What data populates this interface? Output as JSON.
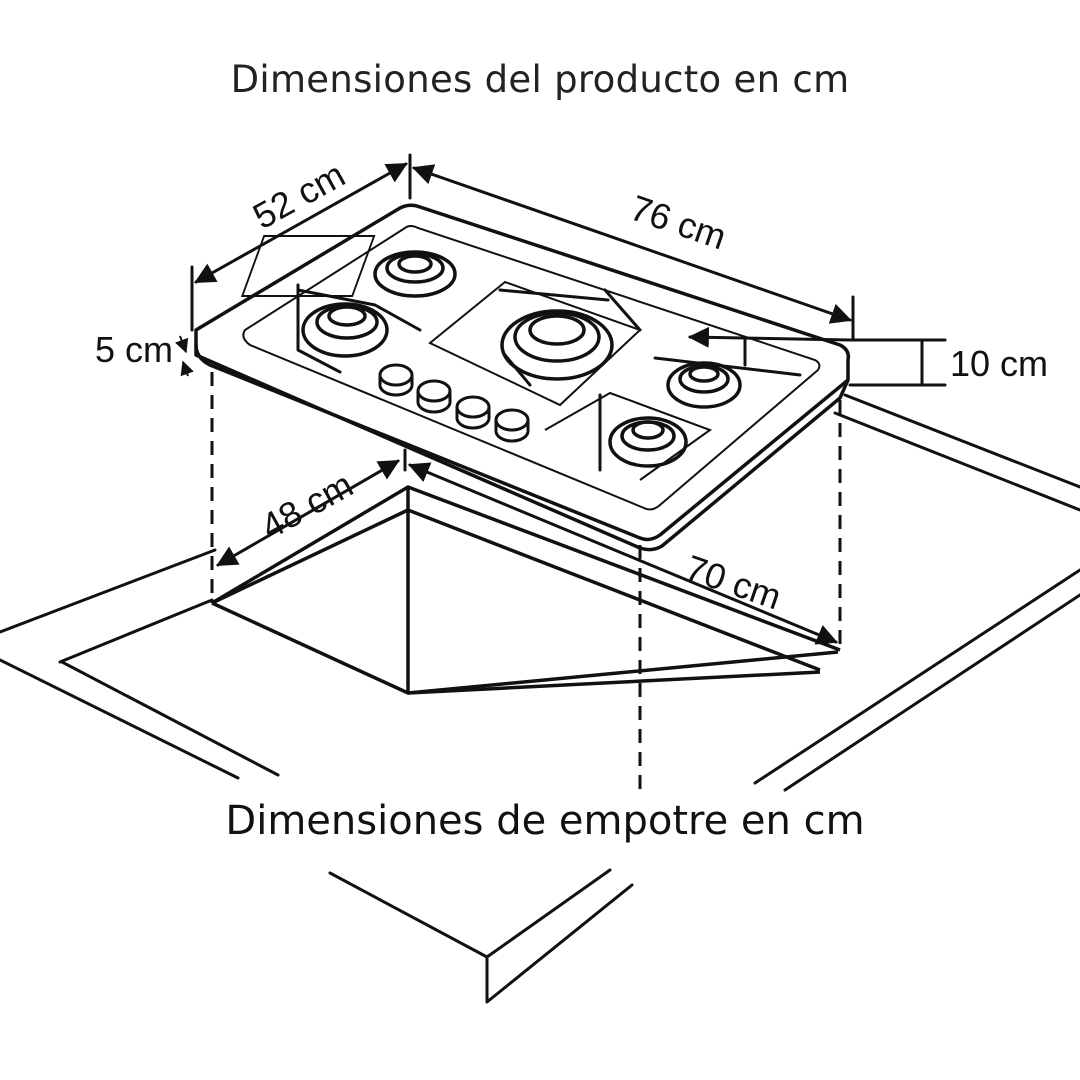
{
  "titles": {
    "product": "Dimensiones del producto en cm",
    "embed": "Dimensiones de empotre en cm"
  },
  "dimensions": {
    "depth_product": "52 cm",
    "width_product": "76 cm",
    "thickness": "5 cm",
    "height": "10 cm",
    "depth_embed": "48 cm",
    "width_embed": "70 cm"
  },
  "colors": {
    "line": "#111111",
    "background": "#ffffff"
  }
}
